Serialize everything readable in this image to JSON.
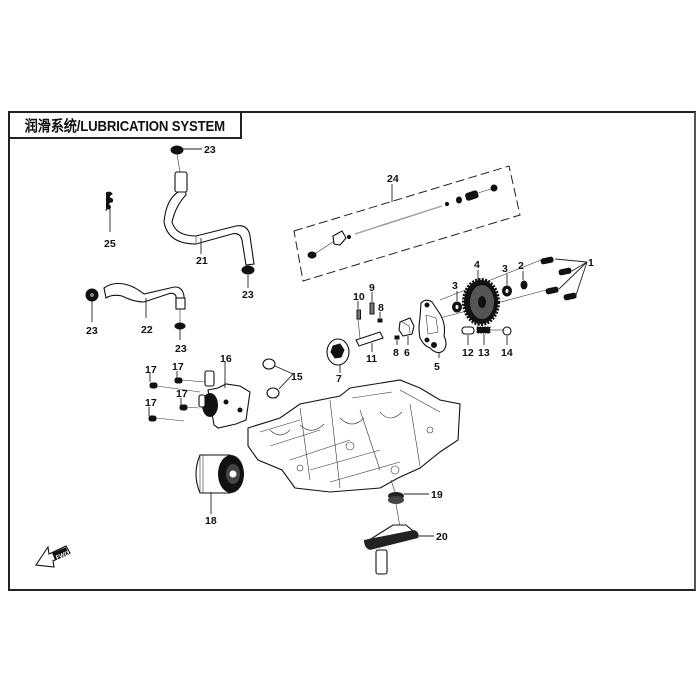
{
  "title": "润滑系统/LUBRICATION  SYSTEM",
  "direction_marker": "FWD",
  "callouts": [
    {
      "id": "1",
      "part": "bolt"
    },
    {
      "id": "2",
      "part": "washer"
    },
    {
      "id": "3",
      "part": "washer"
    },
    {
      "id": "4",
      "part": "oil-pump-gear"
    },
    {
      "id": "5",
      "part": "oil-pump-body"
    },
    {
      "id": "6",
      "part": "pump-block"
    },
    {
      "id": "7",
      "part": "oil-pump-rotor"
    },
    {
      "id": "8",
      "part": "dowel-pin"
    },
    {
      "id": "9",
      "part": "pin"
    },
    {
      "id": "10",
      "part": "pin"
    },
    {
      "id": "11",
      "part": "pump-shaft"
    },
    {
      "id": "12",
      "part": "relief-valve-plunger"
    },
    {
      "id": "13",
      "part": "spring"
    },
    {
      "id": "14",
      "part": "plug"
    },
    {
      "id": "15",
      "part": "o-ring"
    },
    {
      "id": "16",
      "part": "oil-cooler"
    },
    {
      "id": "17",
      "part": "bolt"
    },
    {
      "id": "18",
      "part": "oil-filter"
    },
    {
      "id": "19",
      "part": "seal"
    },
    {
      "id": "20",
      "part": "oil-strainer"
    },
    {
      "id": "21",
      "part": "hose"
    },
    {
      "id": "22",
      "part": "hose"
    },
    {
      "id": "23",
      "part": "hose-clamp"
    },
    {
      "id": "24",
      "part": "shaft-assembly"
    },
    {
      "id": "25",
      "part": "clip"
    }
  ],
  "labels": {
    "l1": "1",
    "l2": "2",
    "l3a": "3",
    "l3b": "3",
    "l4": "4",
    "l5": "5",
    "l6": "6",
    "l7": "7",
    "l8a": "8",
    "l8b": "8",
    "l9": "9",
    "l10": "10",
    "l11": "11",
    "l12": "12",
    "l13": "13",
    "l14": "14",
    "l15": "15",
    "l16": "16",
    "l17a": "17",
    "l17b": "17",
    "l17c": "17",
    "l17d": "17",
    "l18": "18",
    "l19": "19",
    "l20": "20",
    "l21": "21",
    "l22": "22",
    "l23a": "23",
    "l23b": "23",
    "l23c": "23",
    "l23d": "23",
    "l24": "24",
    "l25": "25"
  }
}
